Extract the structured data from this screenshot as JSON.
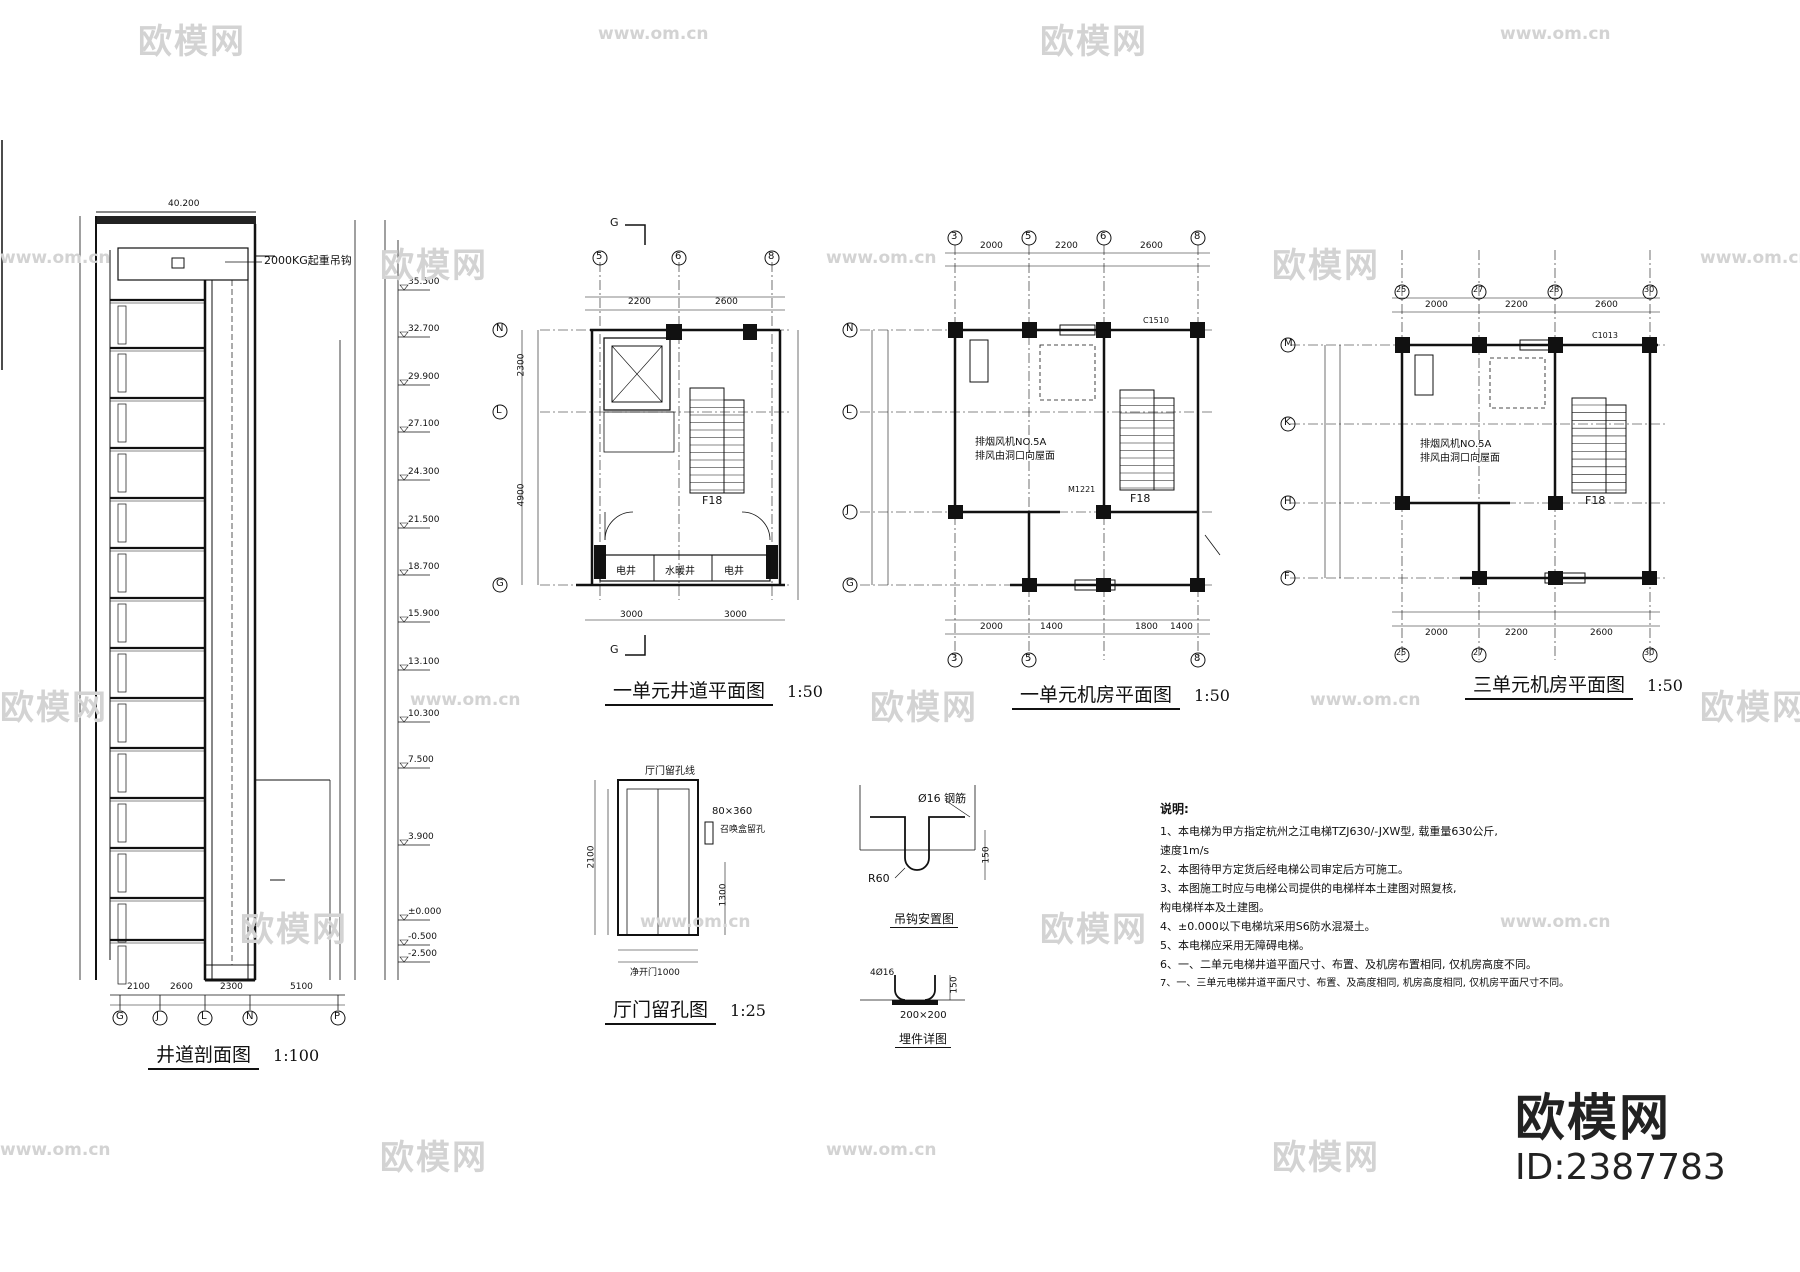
{
  "titles": {
    "shaft_section": "井道剖面图",
    "shaft_section_scale": "1:100",
    "unit1_shaft_plan": "一单元井道平面图",
    "unit1_shaft_plan_scale": "1:50",
    "unit1_machine_room": "一单元机房平面图",
    "unit1_machine_room_scale": "1:50",
    "unit3_machine_room": "三单元机房平面图",
    "unit3_machine_room_scale": "1:50",
    "door_opening": "厅门留孔图",
    "door_opening_scale": "1:25",
    "hook_detail": "吊钩安置图",
    "embed_detail": "埋件详图"
  },
  "section": {
    "top_elev": "40.200",
    "crane_label": "2000KG起重吊钩",
    "elevations": [
      "35.500",
      "32.700",
      "29.900",
      "27.100",
      "24.300",
      "21.500",
      "18.700",
      "15.900",
      "13.100",
      "10.300",
      "7.500",
      "3.900",
      "±0.000",
      "-0.500",
      "-2.500"
    ],
    "bottom_dims": [
      "2100",
      "2600",
      "2300",
      "5100"
    ],
    "axes": [
      "G",
      "J",
      "L",
      "N",
      "P"
    ]
  },
  "unit1_shaft": {
    "cut_mark": "G",
    "top_axes": [
      "5",
      "6",
      "8"
    ],
    "top_dims": [
      "2200",
      "2600"
    ],
    "bottom_dims": [
      "3000",
      "3000"
    ],
    "left_axes": [
      "N",
      "L",
      "G"
    ],
    "side_dims": [
      "2300",
      "4900"
    ],
    "floor_label": "F18",
    "room_labels": [
      "电井",
      "水暖井",
      "电井"
    ]
  },
  "unit1_mr": {
    "top_axes": [
      "3",
      "5",
      "6",
      "8"
    ],
    "top_dims": [
      "2000",
      "2200",
      "2600"
    ],
    "bottom_axes": [
      "3",
      "5",
      "8"
    ],
    "bottom_dims": [
      "2000",
      "1400",
      "1800",
      "1400"
    ],
    "left_axes": [
      "N",
      "L",
      "J",
      "G"
    ],
    "fan_label": "排烟风机NO.5A",
    "fan_label2": "排风由洞口向屋面",
    "floor_label": "F18",
    "door_label": "M1221",
    "window_label": "C1510"
  },
  "unit3_mr": {
    "top_axes": [
      "25",
      "27",
      "28",
      "30"
    ],
    "top_dims": [
      "2000",
      "2200",
      "2600"
    ],
    "bottom_axes": [
      "25",
      "27",
      "30"
    ],
    "bottom_dims": [
      "2000",
      "2200",
      "2600"
    ],
    "left_axes": [
      "M",
      "K",
      "H",
      "F"
    ],
    "fan_label": "排烟风机NO.5A",
    "fan_label2": "排风由洞口向屋面",
    "floor_label": "F18",
    "window_label": "C1013"
  },
  "door_detail": {
    "top_label": "厅门留孔线",
    "side_label": "80×360",
    "side_label2": "召唤盒留孔",
    "bottom_label": "净开门1000",
    "dim_h": "2100",
    "dim_w": "1300"
  },
  "hook": {
    "rebar": "Ø16 钢筋",
    "radius": "R60",
    "dim": "150"
  },
  "embed": {
    "bar": "4Ø16",
    "plate": "200×200",
    "dim": "150"
  },
  "notes": {
    "heading": "说明:",
    "lines": [
      "1、本电梯为甲方指定杭州之江电梯TZJ630/-JXW型, 载重量630公斤,",
      "     速度1m/s",
      "2、本图待甲方定货后经电梯公司审定后方可施工。",
      "3、本图施工时应与电梯公司提供的电梯样本土建图对照复核,",
      "     构电梯样本及土建图。",
      "4、±0.000以下电梯坑采用S6防水混凝土。",
      "5、本电梯应采用无障碍电梯。",
      "6、一、二单元电梯井道平面尺寸、布置、及机房布置相同, 仅机房高度不同。",
      "7、一、三单元电梯井道平面尺寸、布置、及高度相同, 机房高度相同, 仅机房平面尺寸不同。"
    ]
  },
  "brand": {
    "name": "欧模网",
    "id": "ID:2387783"
  },
  "watermark": {
    "cn": "欧模网",
    "url": "www.om.cn"
  }
}
